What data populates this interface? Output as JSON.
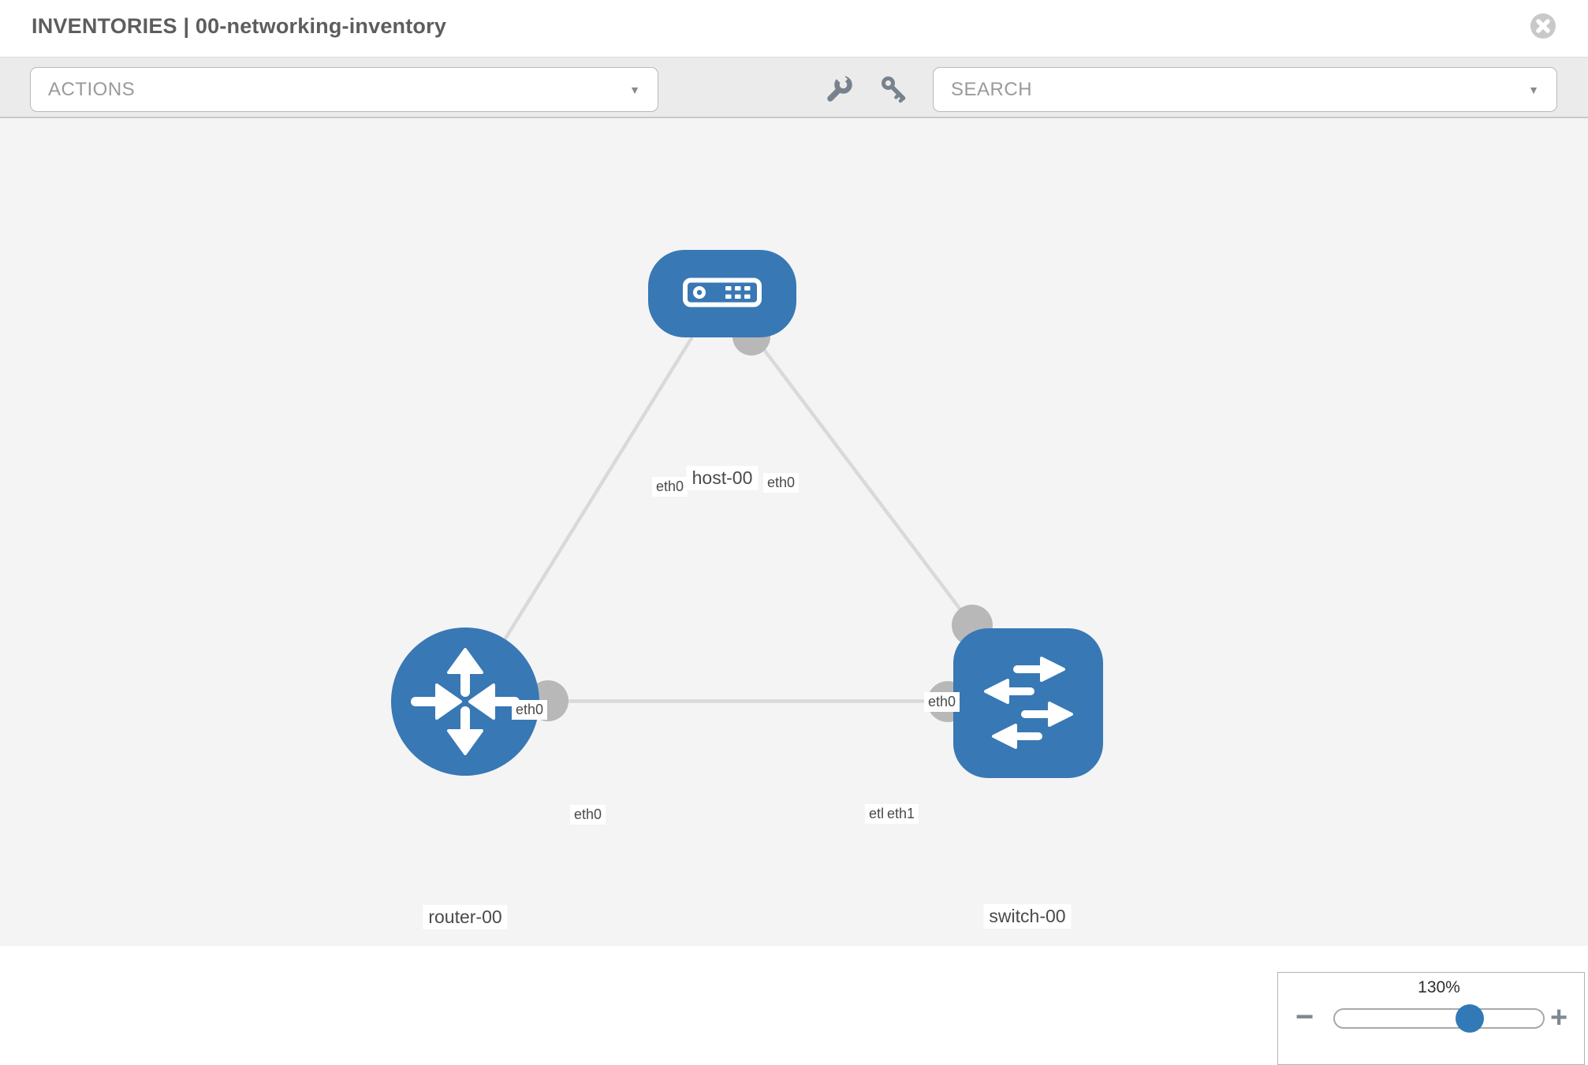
{
  "header": {
    "title": "INVENTORIES | 00-networking-inventory",
    "close_icon": "close-icon"
  },
  "toolbar": {
    "actions_label": "ACTIONS",
    "search_placeholder": "SEARCH",
    "caret": "▼",
    "icons": [
      "wrench-icon",
      "key-icon"
    ]
  },
  "graph": {
    "nodes": [
      {
        "id": "host-00",
        "type": "host",
        "label": "host-00",
        "icon": "server-icon"
      },
      {
        "id": "router-00",
        "type": "router",
        "label": "router-00",
        "icon": "router-arrows-icon"
      },
      {
        "id": "switch-00",
        "type": "switch",
        "label": "switch-00",
        "icon": "switch-arrows-icon"
      }
    ],
    "links": [
      {
        "from": "host-00",
        "from_if": "eth0",
        "to": "router-00",
        "to_if": "eth0"
      },
      {
        "from": "host-00",
        "from_if": "eth0",
        "to": "switch-00",
        "to_if": "eth0"
      },
      {
        "from": "router-00",
        "from_if": "eth0",
        "to": "switch-00",
        "to_if": "eth1",
        "to_if_occluded": "eth0"
      }
    ]
  },
  "zoom_control": {
    "value": "130%",
    "minus_glyph": "−",
    "plus_glyph": "+"
  },
  "colors": {
    "node_blue": "#3878b4",
    "edge_gray": "#d9d9d9",
    "port_gray": "#b8b8b8",
    "canvas_bg": "#f4f4f4",
    "toolbar_bg": "#ebebeb",
    "slider_handle_blue": "#3279b7"
  }
}
